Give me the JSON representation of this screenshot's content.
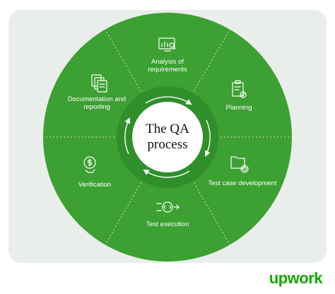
{
  "diagram": {
    "title": "The QA process",
    "stages": [
      {
        "id": "analysis",
        "label": "Analysis of requirements",
        "icon": "chart-screen-icon"
      },
      {
        "id": "planning",
        "label": "Planning",
        "icon": "clipboard-check-icon"
      },
      {
        "id": "test-case",
        "label": "Test case development",
        "icon": "folder-gear-icon"
      },
      {
        "id": "execution",
        "label": "Test execution",
        "icon": "code-arrow-icon"
      },
      {
        "id": "verification",
        "label": "Verification",
        "icon": "coin-hand-icon"
      },
      {
        "id": "documentation",
        "label": "Documentation and reporting",
        "icon": "documents-icon"
      }
    ],
    "colors": {
      "ring": "#3ca032",
      "card": "#e9eeea",
      "center": "#ffffff",
      "brand": "#14a800"
    }
  },
  "brand": {
    "logo_text": "upwork"
  }
}
